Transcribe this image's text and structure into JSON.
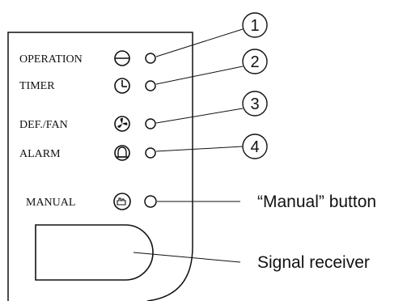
{
  "indicators": [
    {
      "label": "OPERATION",
      "icon": "operation-icon",
      "number": "1"
    },
    {
      "label": "TIMER",
      "icon": "timer-icon",
      "number": "2"
    },
    {
      "label": "DEF./FAN",
      "icon": "fan-icon",
      "number": "3"
    },
    {
      "label": "ALARM",
      "icon": "alarm-bell-icon",
      "number": "4"
    }
  ],
  "manual": {
    "label": "MANUAL",
    "icon": "manual-hand-icon",
    "callout": "“Manual” button"
  },
  "receiver": {
    "callout": "Signal receiver"
  }
}
